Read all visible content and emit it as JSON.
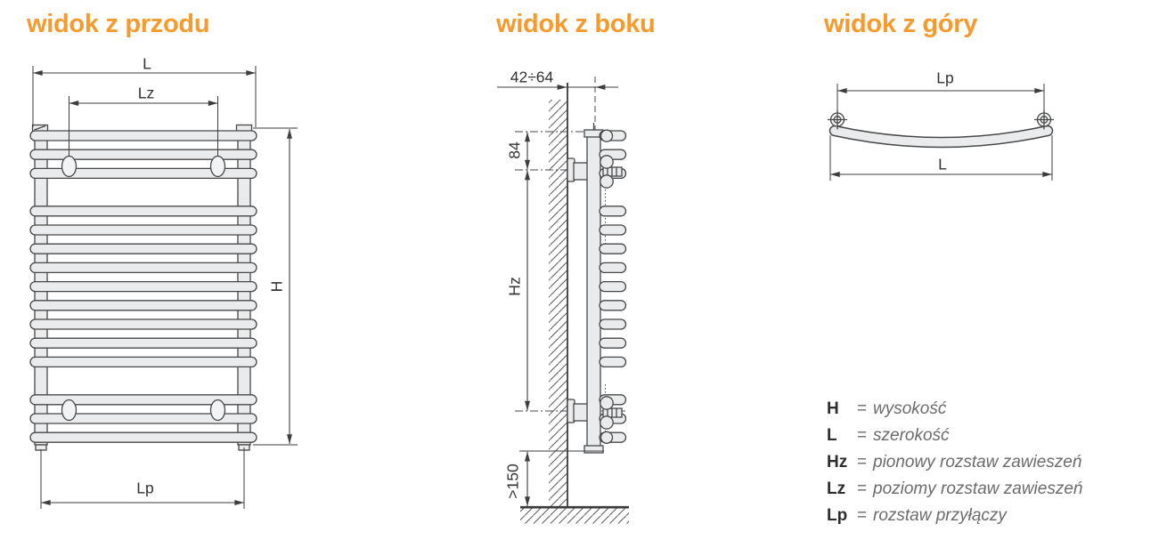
{
  "titles": {
    "front": "widok z przodu",
    "side": "widok z boku",
    "top": "widok z góry"
  },
  "dimensions": {
    "front": {
      "width": "L",
      "hanger_spacing_horizontal": "Lz",
      "height": "H",
      "connection_spacing": "Lp"
    },
    "side": {
      "wall_distance_range": "42÷64",
      "hanger_top_offset": "84",
      "hanger_spacing_vertical": "Hz",
      "floor_clearance": ">150"
    },
    "top": {
      "connection_spacing": "Lp",
      "width": "L"
    }
  },
  "legend": {
    "equals": "=",
    "items": [
      {
        "symbol": "H",
        "meaning": "wysokość"
      },
      {
        "symbol": "L",
        "meaning": "szerokość"
      },
      {
        "symbol": "Hz",
        "meaning": "pionowy rozstaw zawieszeń"
      },
      {
        "symbol": "Lz",
        "meaning": "poziomy rozstaw zawieszeń"
      },
      {
        "symbol": "Lp",
        "meaning": "rozstaw przyłączy"
      }
    ]
  },
  "colors": {
    "accent": "#F59B2D",
    "line": "#3d3d3d",
    "fill": "#e9ebed",
    "legend_text": "#6b6b6b"
  }
}
